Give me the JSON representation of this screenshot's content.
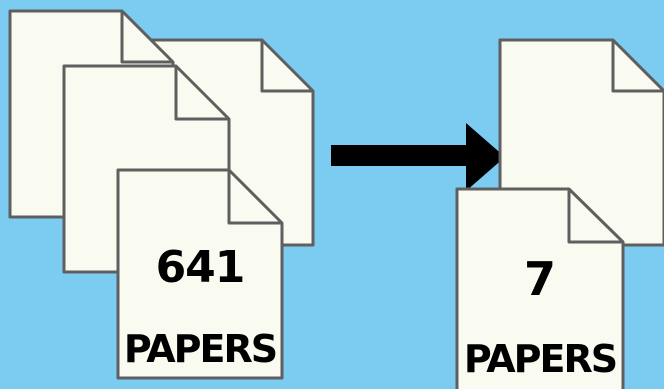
{
  "colors": {
    "background": "#7ccbf1",
    "paper_fill": "#fafbf0",
    "paper_outline": "#5f5f5f",
    "arrow": "#000000",
    "text": "#000000"
  },
  "before": {
    "count": "641",
    "unit": "PAPERS",
    "icon": "document-stack-icon"
  },
  "after": {
    "count": "7",
    "unit": "PAPERS",
    "icon": "document-pair-icon"
  },
  "transition": {
    "icon": "arrow-right-icon"
  }
}
